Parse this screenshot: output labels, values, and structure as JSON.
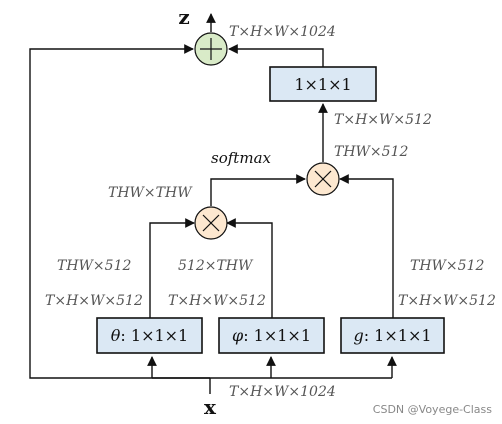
{
  "nodes": {
    "output": "z",
    "input": "x",
    "softmax": "softmax",
    "theta_box": {
      "sym": "θ",
      "rest": ": 1×1×1"
    },
    "phi_box": {
      "sym": "φ",
      "rest": ": 1×1×1"
    },
    "g_box": {
      "sym": "g",
      "rest": ": 1×1×1"
    },
    "out_conv": "1×1×1"
  },
  "dims": {
    "output_shape": "T×H×W×1024",
    "input_shape": "T×H×W×1024",
    "after_out_conv": "T×H×W×512",
    "mult2_out": "THW×512",
    "mult1_out": "THW×THW",
    "theta_out": "THW×512",
    "phi_out": "512×THW",
    "g_out": "THW×512",
    "theta_in": "T×H×W×512",
    "phi_in": "T×H×W×512",
    "g_in": "T×H×W×512"
  },
  "colors": {
    "box_fill": "#dbe8f4",
    "add_fill": "#d9ebc8",
    "mult_fill": "#fde8d0"
  },
  "watermark": "CSDN @Voyege-Class"
}
